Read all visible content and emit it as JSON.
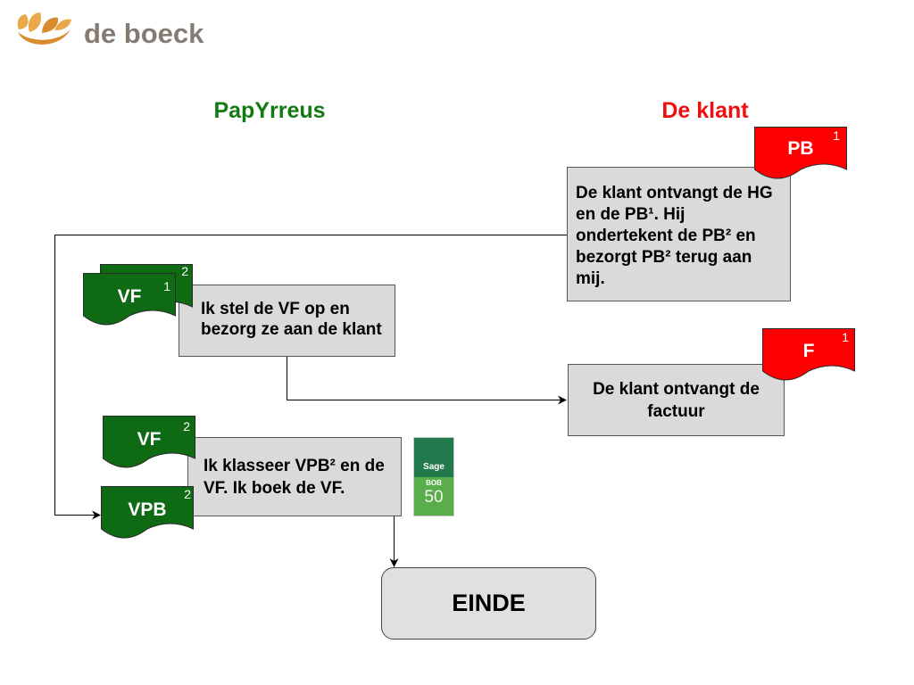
{
  "logo": {
    "text": "de boeck",
    "icon": "leaves-bowl-icon",
    "text_color": "#857b72",
    "icon_colors": [
      "#eaa948",
      "#d88c2c"
    ]
  },
  "lanes": [
    {
      "title": "PapYrreus",
      "color": "#127a12"
    },
    {
      "title": "De klant",
      "color": "#f20d0d"
    }
  ],
  "documents": {
    "pb": {
      "label": "PB",
      "copy": "1",
      "color": "#ff0000"
    },
    "f": {
      "label": "F",
      "copy": "1",
      "color": "#ff0000"
    },
    "vf_second": {
      "copy": "2",
      "color": "#0f6a14"
    },
    "vf_first": {
      "label": "VF",
      "copy": "1",
      "color": "#0f6a14"
    },
    "vf_filed": {
      "label": "VF",
      "copy": "2",
      "color": "#0f6a14"
    },
    "vpb_filed": {
      "label": "VPB",
      "copy": "2",
      "color": "#0f6a14"
    }
  },
  "steps": {
    "customer_signs_pb": {
      "lines": [
        "De klant ontvangt de HG",
        "en de PB¹. Hij",
        "ondertekent de PB² en",
        "bezorgt PB² terug aan",
        "mij."
      ]
    },
    "create_invoice": {
      "lines": [
        "Ik stel de VF op en",
        "bezorg ze aan de klant"
      ]
    },
    "customer_receives_invoice": {
      "lines": [
        "De klant ontvangt de",
        "factuur"
      ]
    },
    "file_and_book": {
      "lines": [
        "Ik klasseer VPB² en de",
        "VF. Ik boek de VF."
      ]
    }
  },
  "end": {
    "label": "EINDE"
  },
  "software_logo": {
    "brand": "Sage",
    "product": "BOB",
    "version": "50",
    "colors": {
      "top": "#22794c",
      "bottom": "#59ad4b"
    }
  },
  "styles": {
    "step_fill": "#dadada",
    "end_fill": "#e0e0e0",
    "connector": "#000000"
  }
}
